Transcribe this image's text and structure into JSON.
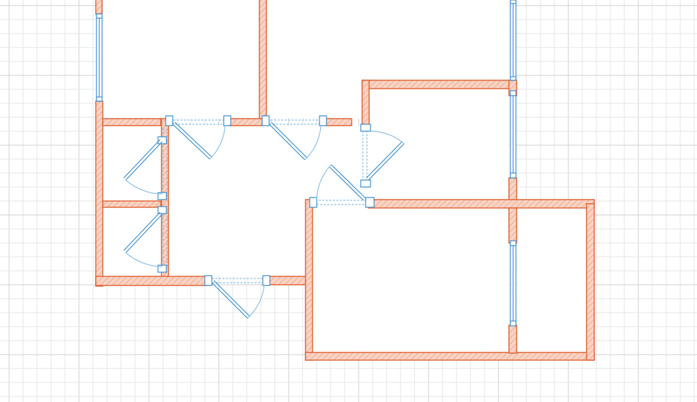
{
  "colors": {
    "background": "#ffffff",
    "grid_minor": "#e6e6e6",
    "grid_major": "#cfcfcf",
    "wall_stroke": "#e0663a",
    "wall_fill": "#f9d3c4",
    "wall_hatch": "#f0a98c",
    "opening_stroke": "#3b8fd0",
    "opening_fill": "#ffffff",
    "swing_arc": "#8cbfe6",
    "room_fill": "#ffffff"
  },
  "plan": {
    "rooms": [
      "room-top-left",
      "room-top-middle",
      "room-right-upper",
      "room-bathroom-1",
      "room-bathroom-2",
      "room-hall",
      "room-big-lower",
      "room-balcony"
    ],
    "doors": [
      "door-bath-1",
      "door-bath-2",
      "door-top-left",
      "door-top-middle",
      "door-hall-right",
      "door-right-room",
      "door-entrance"
    ],
    "windows": [
      "window-left-top",
      "window-right-top",
      "window-right-middle",
      "window-balcony"
    ]
  }
}
